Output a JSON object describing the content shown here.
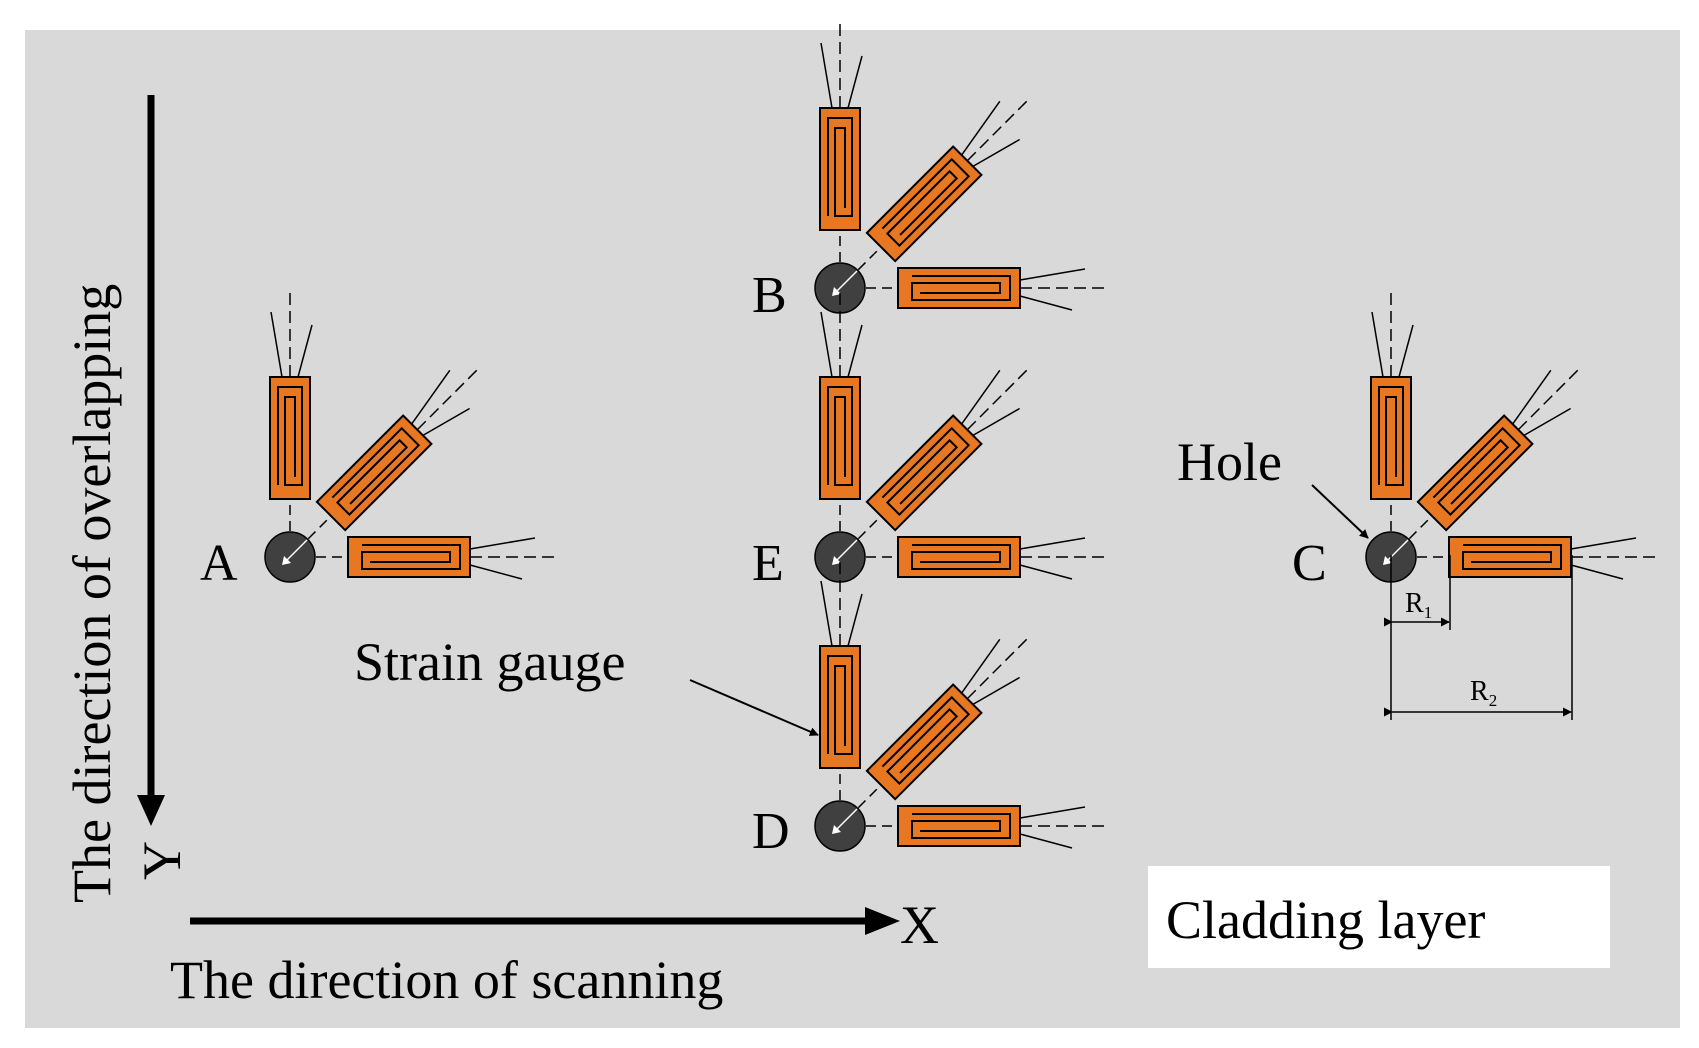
{
  "y_axis": {
    "letter": "Y",
    "title": "The direction of overlapping"
  },
  "x_axis": {
    "letter": "X",
    "title": "The direction of scanning"
  },
  "points": [
    {
      "id": "a",
      "label": "A"
    },
    {
      "id": "b",
      "label": "B"
    },
    {
      "id": "e",
      "label": "E"
    },
    {
      "id": "d",
      "label": "D"
    },
    {
      "id": "c",
      "label": "C"
    }
  ],
  "annotations": {
    "strain_gauge": "Strain gauge",
    "hole": "Hole",
    "r1_main": "R",
    "r1_sub": "1",
    "r2_main": "R",
    "r2_sub": "2"
  },
  "cladding_label": "Cladding layer",
  "colors": {
    "background": "#d9d9d9",
    "gauge_fill": "#e87722",
    "hole_fill": "#404040",
    "label_box": "#ffffff"
  }
}
